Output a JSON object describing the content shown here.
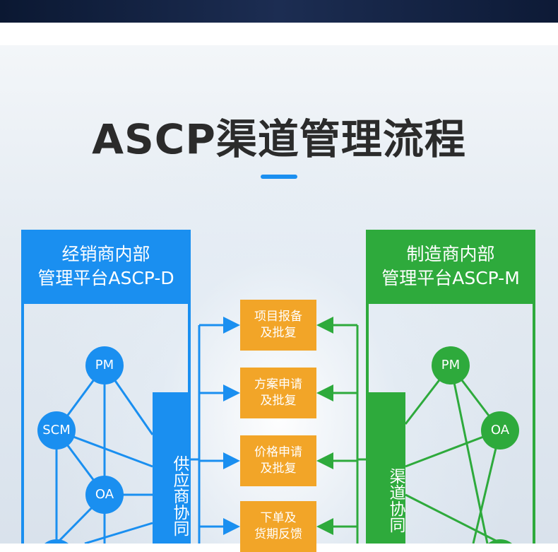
{
  "title": "ASCP渠道管理流程",
  "colors": {
    "dealer": "#1a8ff0",
    "manufacturer": "#2eaa3c",
    "step": "#f2a528"
  },
  "dealer": {
    "header_line1": "经销商内部",
    "header_line2": "管理平台ASCP-D",
    "collab_label": "供应商协同",
    "nodes": {
      "pm": "PM",
      "scm": "SCM",
      "oa": "OA"
    }
  },
  "manufacturer": {
    "header_line1": "制造商内部",
    "header_line2": "管理平台ASCP-M",
    "collab_label": "渠道协同",
    "nodes": {
      "pm": "PM",
      "oa": "OA"
    }
  },
  "steps": [
    {
      "line1": "项目报备",
      "line2": "及批复"
    },
    {
      "line1": "方案申请",
      "line2": "及批复"
    },
    {
      "line1": "价格申请",
      "line2": "及批复"
    },
    {
      "line1": "下单及",
      "line2": "货期反馈"
    }
  ]
}
